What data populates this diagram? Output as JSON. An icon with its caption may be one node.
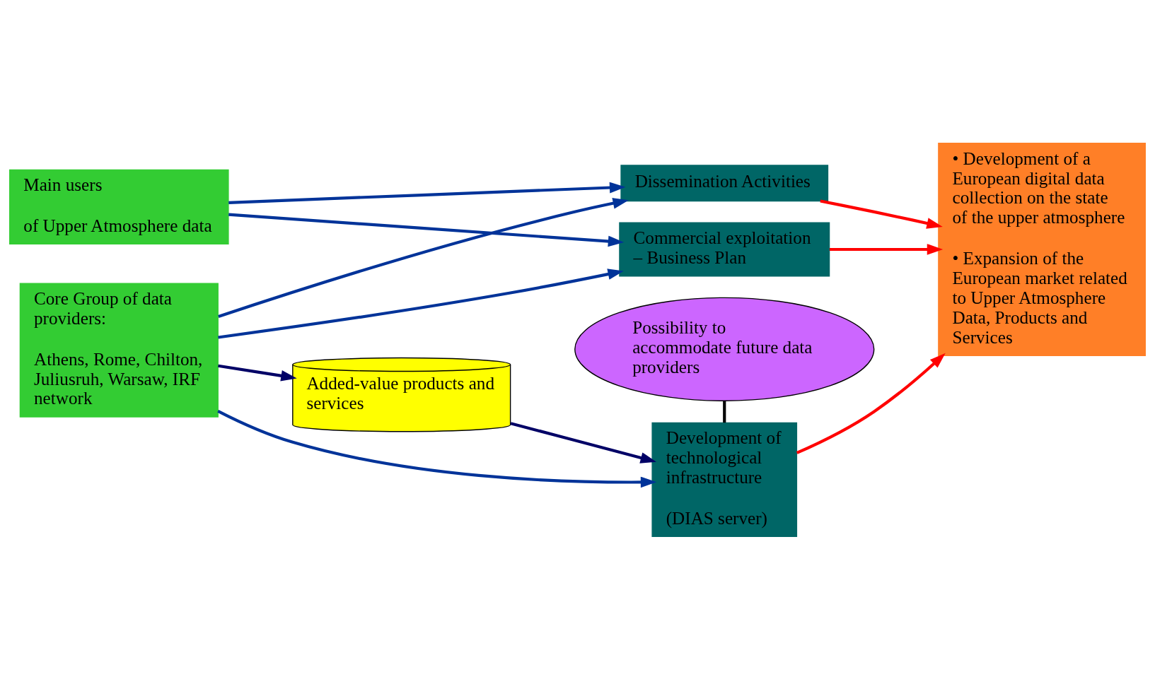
{
  "diagram": {
    "nodes": [
      {
        "text": [
          "Added-value products and services"
        ]
      },
      {
        "text": [
          "Possibility to accommodate future data providers"
        ]
      },
      {
        "text": [
          "Core Group of data providers:",
          "Athens, Rome, Chilton, Juliusruh, Warsaw, IRF network"
        ]
      },
      {
        "text": [
          "Development of technological infrastructure",
          "(DIAS server)"
        ]
      },
      {
        "text": [
          "Dissemination Activities"
        ]
      },
      {
        "text": [
          "Commercial exploitation – Business Plan"
        ]
      },
      {
        "text": [
          "Main users",
          "of Upper Atmosphere data"
        ]
      },
      {
        "text": [
          "• Development of a European digital data collection on the state of the upper atmosphere",
          "• Expansion of the European market related to Upper Atmosphere Data, Products and Services"
        ]
      }
    ],
    "edges": [
      {
        "from": 2,
        "to": 0,
        "arrow": "to",
        "color": "#000066"
      },
      {
        "from": 0,
        "to": 3,
        "arrow": "to",
        "color": "#000066"
      },
      {
        "from": 1,
        "to": 3,
        "arrow": "none",
        "color": "#000000"
      },
      {
        "from": 2,
        "to": 3,
        "arrow": "to"
      },
      {
        "from": 2,
        "to": 4,
        "arrow": "to"
      },
      {
        "from": 2,
        "to": 5,
        "arrow": "to"
      },
      {
        "from": 6,
        "to": 4,
        "arrow": "to"
      },
      {
        "from": 6,
        "to": 5,
        "arrow": "to"
      },
      {
        "from": 3,
        "to": 7,
        "arrow": "to",
        "color": "#ff0000"
      },
      {
        "from": 4,
        "to": 7,
        "arrow": "to",
        "color": "#ff0000"
      },
      {
        "from": 5,
        "to": 7,
        "arrow": "to",
        "color": "#ff0000"
      }
    ]
  }
}
